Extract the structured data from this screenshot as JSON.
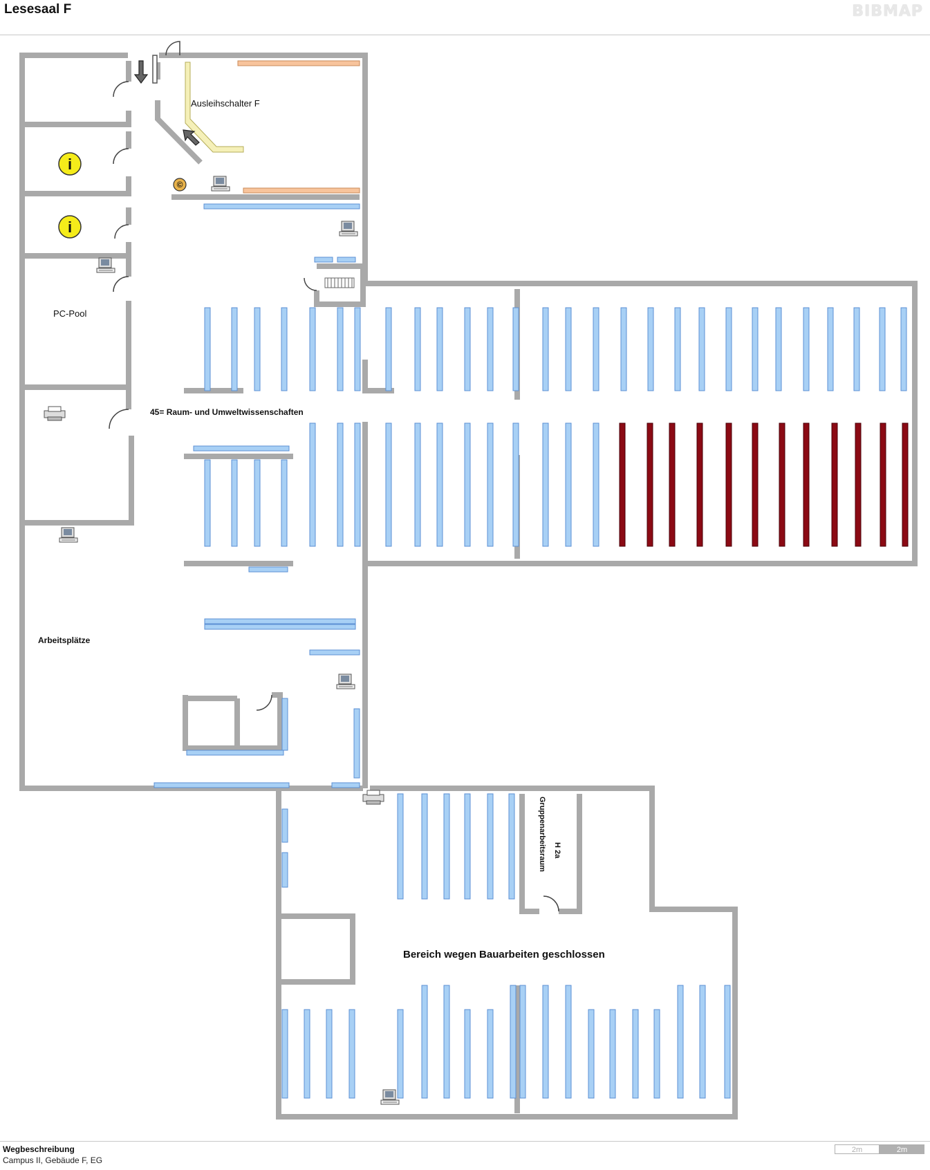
{
  "header": {
    "title": "Lesesaal F",
    "logo": "BIBMAP"
  },
  "rooms": {
    "ausleihschalter": "Ausleihschalter F",
    "pc_pool": "PC-Pool",
    "subject_area": "45= Raum- und Umweltwissenschaften",
    "arbeitsplaetze": "Arbeitsplätze",
    "closed_area": "Bereich wegen Bauarbeiten geschlossen",
    "group_room_name": "Gruppenarbeitsraum",
    "group_room_code": "H 2a"
  },
  "icons": {
    "info": "info-icon",
    "copyright": "copy-service-icon",
    "pc": "computer-icon",
    "printer": "printer-icon",
    "arrow": "direction-arrow-icon",
    "stairs": "stairs-icon"
  },
  "colors": {
    "wall": "#a9a9a9",
    "shelf": "#a8d0f5",
    "shelf_outline": "#5b8fd4",
    "highlight_shelf": "#8b0a14",
    "counter": "#f8c49c",
    "desk": "#f5f0b8",
    "info_yellow": "#f5ec1a",
    "copy_badge": "#e8b24a"
  },
  "footer": {
    "route_title": "Wegbeschreibung",
    "location": "Campus II, Gebäude F, EG",
    "scale_left": "2m",
    "scale_right": "2m"
  }
}
